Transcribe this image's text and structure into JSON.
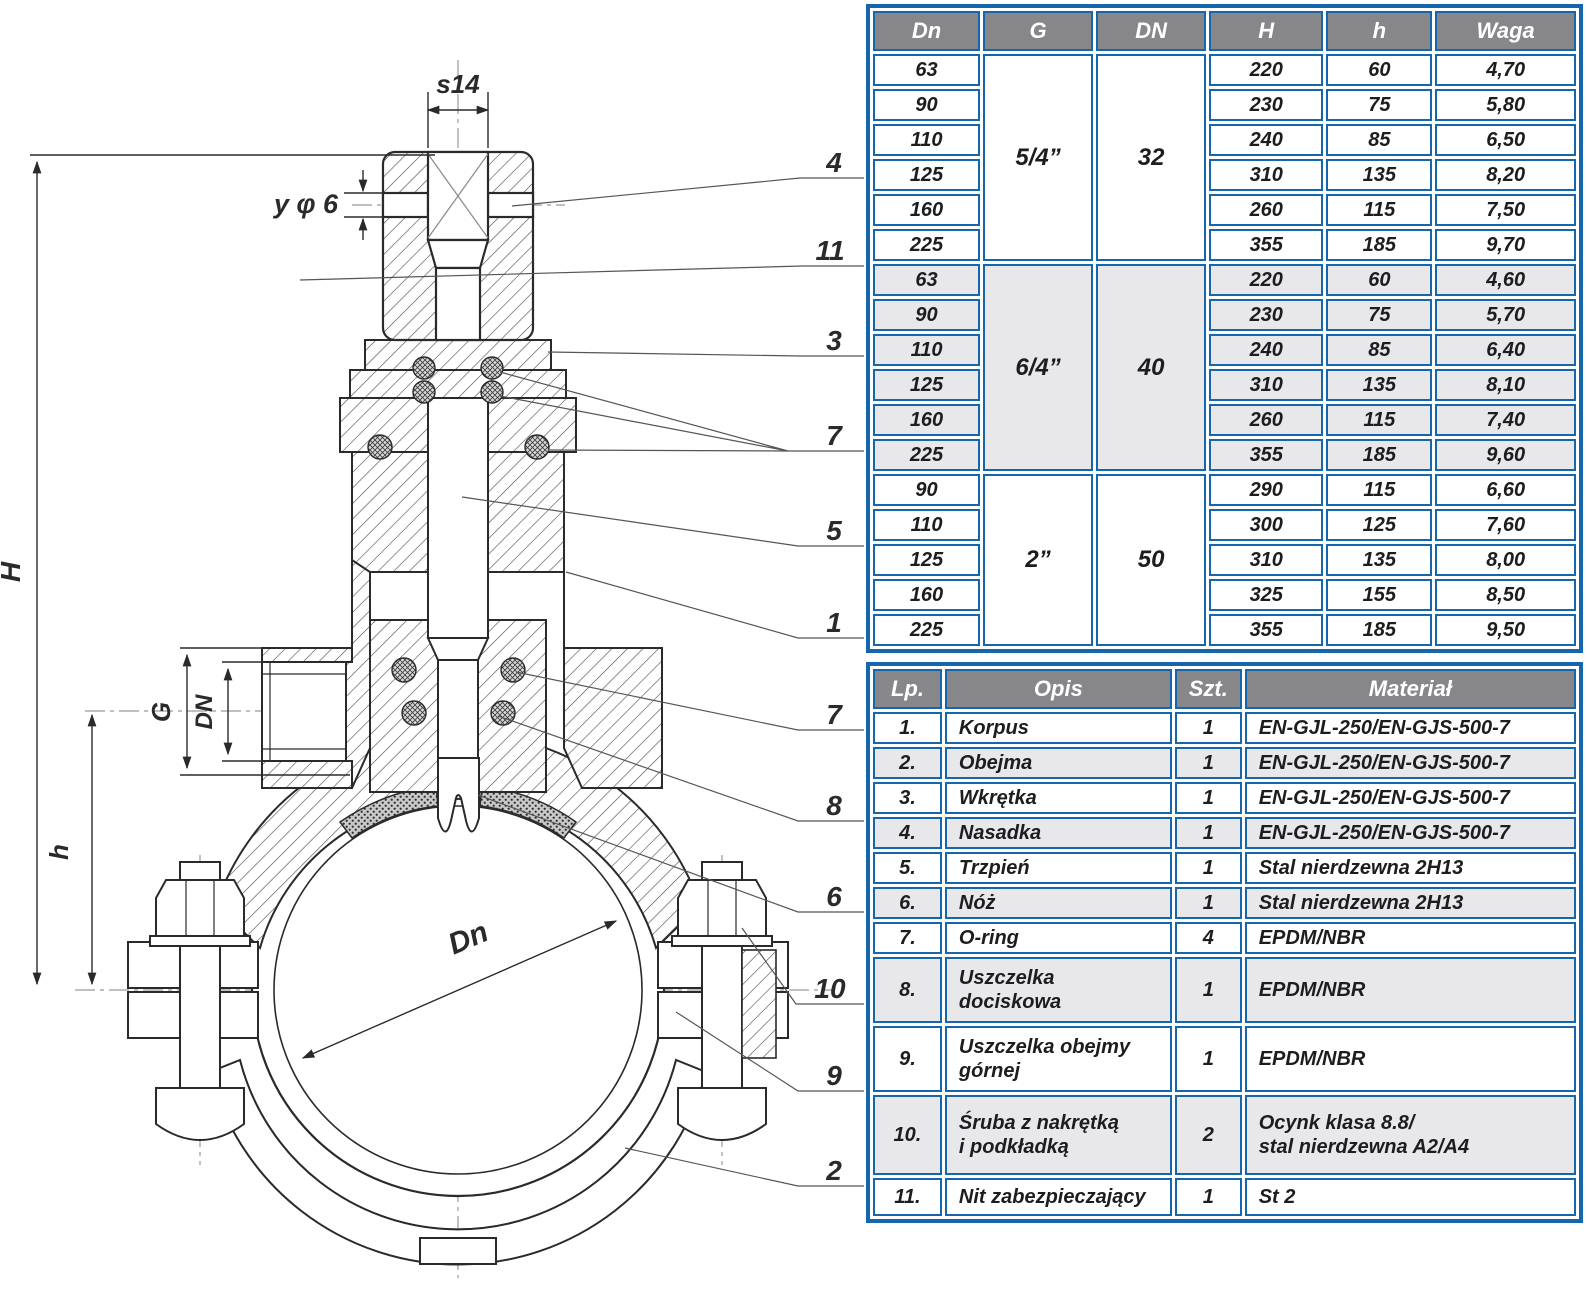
{
  "colors": {
    "table_border_blue": "#1566ad",
    "header_gray": "#87878a",
    "row_shade": "#e8e8ea",
    "line_dark": "#2a2a2a"
  },
  "drawing": {
    "dim_s14": "s14",
    "dim_y_phi6": "y φ 6",
    "dim_H": "H",
    "dim_h": "h",
    "dim_G": "G",
    "dim_DN": "DN",
    "dim_Dn": "Dn",
    "callouts": [
      {
        "label": "4"
      },
      {
        "label": "11"
      },
      {
        "label": "3"
      },
      {
        "label": "7"
      },
      {
        "label": "5"
      },
      {
        "label": "1"
      },
      {
        "label": "7"
      },
      {
        "label": "8"
      },
      {
        "label": "6"
      },
      {
        "label": "10"
      },
      {
        "label": "9"
      },
      {
        "label": "2"
      }
    ]
  },
  "dim_table": {
    "headers": [
      "Dn",
      "G",
      "DN",
      "H",
      "h",
      "Waga"
    ],
    "groups": [
      {
        "g": "5/4”",
        "dn": "32",
        "rows": [
          [
            "63",
            "220",
            "60",
            "4,70"
          ],
          [
            "90",
            "230",
            "75",
            "5,80"
          ],
          [
            "110",
            "240",
            "85",
            "6,50"
          ],
          [
            "125",
            "310",
            "135",
            "8,20"
          ],
          [
            "160",
            "260",
            "115",
            "7,50"
          ],
          [
            "225",
            "355",
            "185",
            "9,70"
          ]
        ]
      },
      {
        "g": "6/4”",
        "dn": "40",
        "rows": [
          [
            "63",
            "220",
            "60",
            "4,60"
          ],
          [
            "90",
            "230",
            "75",
            "5,70"
          ],
          [
            "110",
            "240",
            "85",
            "6,40"
          ],
          [
            "125",
            "310",
            "135",
            "8,10"
          ],
          [
            "160",
            "260",
            "115",
            "7,40"
          ],
          [
            "225",
            "355",
            "185",
            "9,60"
          ]
        ]
      },
      {
        "g": "2”",
        "dn": "50",
        "rows": [
          [
            "90",
            "290",
            "115",
            "6,60"
          ],
          [
            "110",
            "300",
            "125",
            "7,60"
          ],
          [
            "125",
            "310",
            "135",
            "8,00"
          ],
          [
            "160",
            "325",
            "155",
            "8,50"
          ],
          [
            "225",
            "355",
            "185",
            "9,50"
          ]
        ]
      }
    ]
  },
  "parts_table": {
    "headers": [
      "Lp.",
      "Opis",
      "Szt.",
      "Materiał"
    ],
    "rows": [
      {
        "lp": "1.",
        "opis": "Korpus",
        "szt": "1",
        "material": "EN-GJL-250/EN-GJS-500-7"
      },
      {
        "lp": "2.",
        "opis": "Obejma",
        "szt": "1",
        "material": "EN-GJL-250/EN-GJS-500-7"
      },
      {
        "lp": "3.",
        "opis": "Wkrętka",
        "szt": "1",
        "material": "EN-GJL-250/EN-GJS-500-7"
      },
      {
        "lp": "4.",
        "opis": "Nasadka",
        "szt": "1",
        "material": "EN-GJL-250/EN-GJS-500-7"
      },
      {
        "lp": "5.",
        "opis": "Trzpień",
        "szt": "1",
        "material": "Stal nierdzewna 2H13"
      },
      {
        "lp": "6.",
        "opis": "Nóż",
        "szt": "1",
        "material": "Stal nierdzewna 2H13"
      },
      {
        "lp": "7.",
        "opis": "O-ring",
        "szt": "4",
        "material": "EPDM/NBR"
      },
      {
        "lp": "8.",
        "opis": "Uszczelka\ndociskowa",
        "szt": "1",
        "material": "EPDM/NBR"
      },
      {
        "lp": "9.",
        "opis": "Uszczelka obejmy\ngórnej",
        "szt": "1",
        "material": "EPDM/NBR"
      },
      {
        "lp": "10.",
        "opis": "Śruba z nakrętką\ni podkładką",
        "szt": "2",
        "material": "Ocynk klasa 8.8/\nstal nierdzewna A2/A4"
      },
      {
        "lp": "11.",
        "opis": "Nit zabezpieczający",
        "szt": "1",
        "material": "St 2"
      }
    ]
  }
}
